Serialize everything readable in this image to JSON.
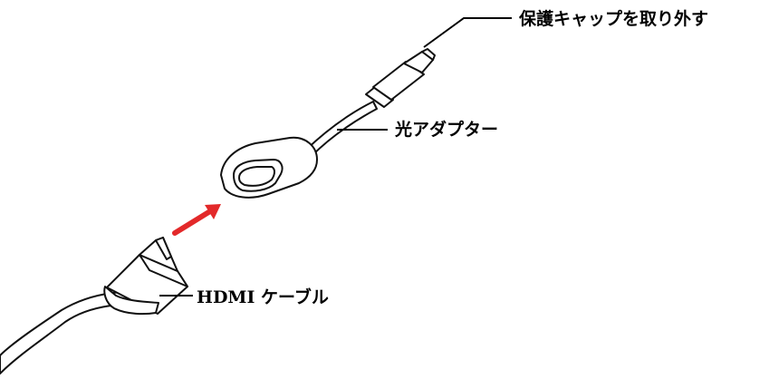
{
  "labels": {
    "protective_cap": "保護キャップを取り外す",
    "optical_adapter": "光アダプター",
    "hdmi_cable": "HDMI ケーブル"
  },
  "colors": {
    "line": "#000000",
    "body_fill": "#ffffff",
    "arrow": "#e3292a"
  },
  "icons": {
    "arrow": "insert-direction-arrow-icon"
  }
}
